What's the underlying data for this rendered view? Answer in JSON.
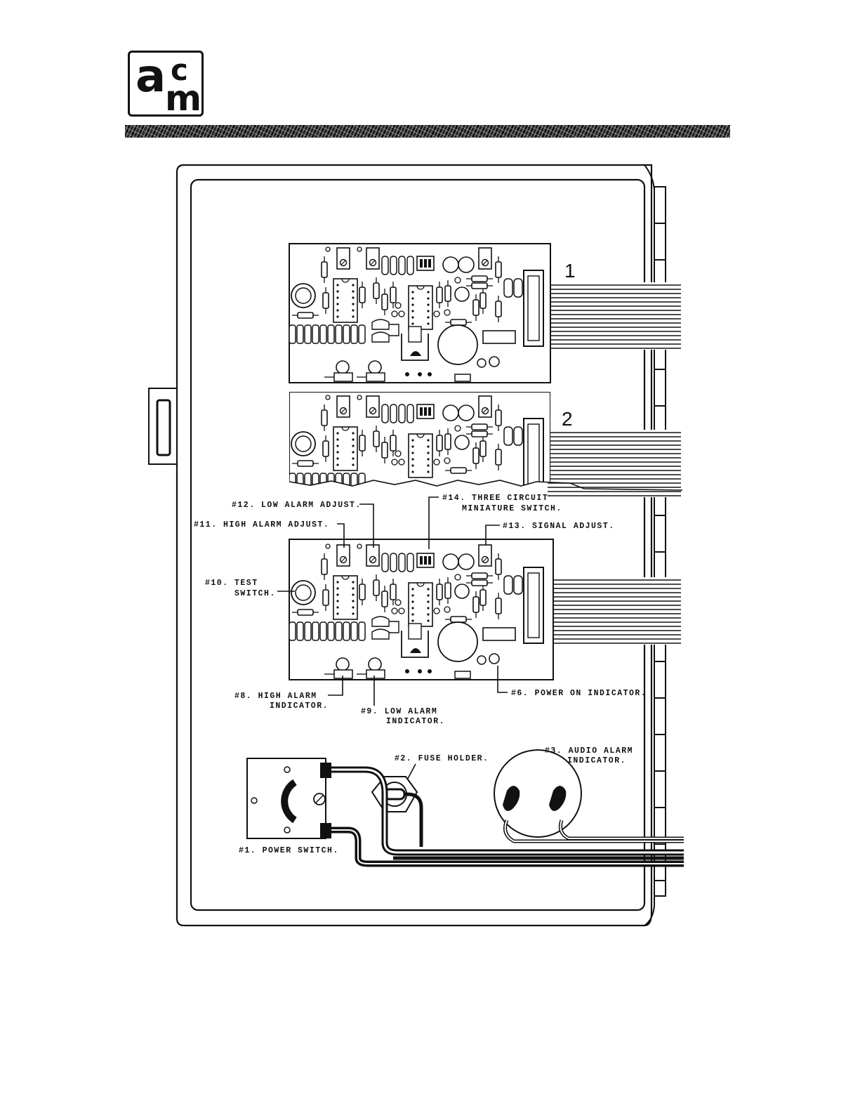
{
  "logo": {
    "a": "a",
    "c": "c",
    "m": "m"
  },
  "boards": {
    "board1": "1",
    "board2": "2"
  },
  "callouts": {
    "c12": "#12. LOW ALARM ADJUST.",
    "c14a": "#14. THREE CIRCUIT",
    "c14b": "MINIATURE SWITCH.",
    "c11": "#11. HIGH ALARM ADJUST.",
    "c13": "#13. SIGNAL ADJUST.",
    "c10a": "#10. TEST",
    "c10b": "SWITCH.",
    "c8a": "#8. HIGH ALARM",
    "c8b": "INDICATOR.",
    "c9a": "#9. LOW ALARM",
    "c9b": "INDICATOR.",
    "c6": "#6. POWER ON INDICATOR.",
    "c2": "#2. FUSE HOLDER.",
    "c3a": "#3. AUDIO ALARM",
    "c3b": "INDICATOR.",
    "c1": "#1. POWER SWITCH."
  }
}
